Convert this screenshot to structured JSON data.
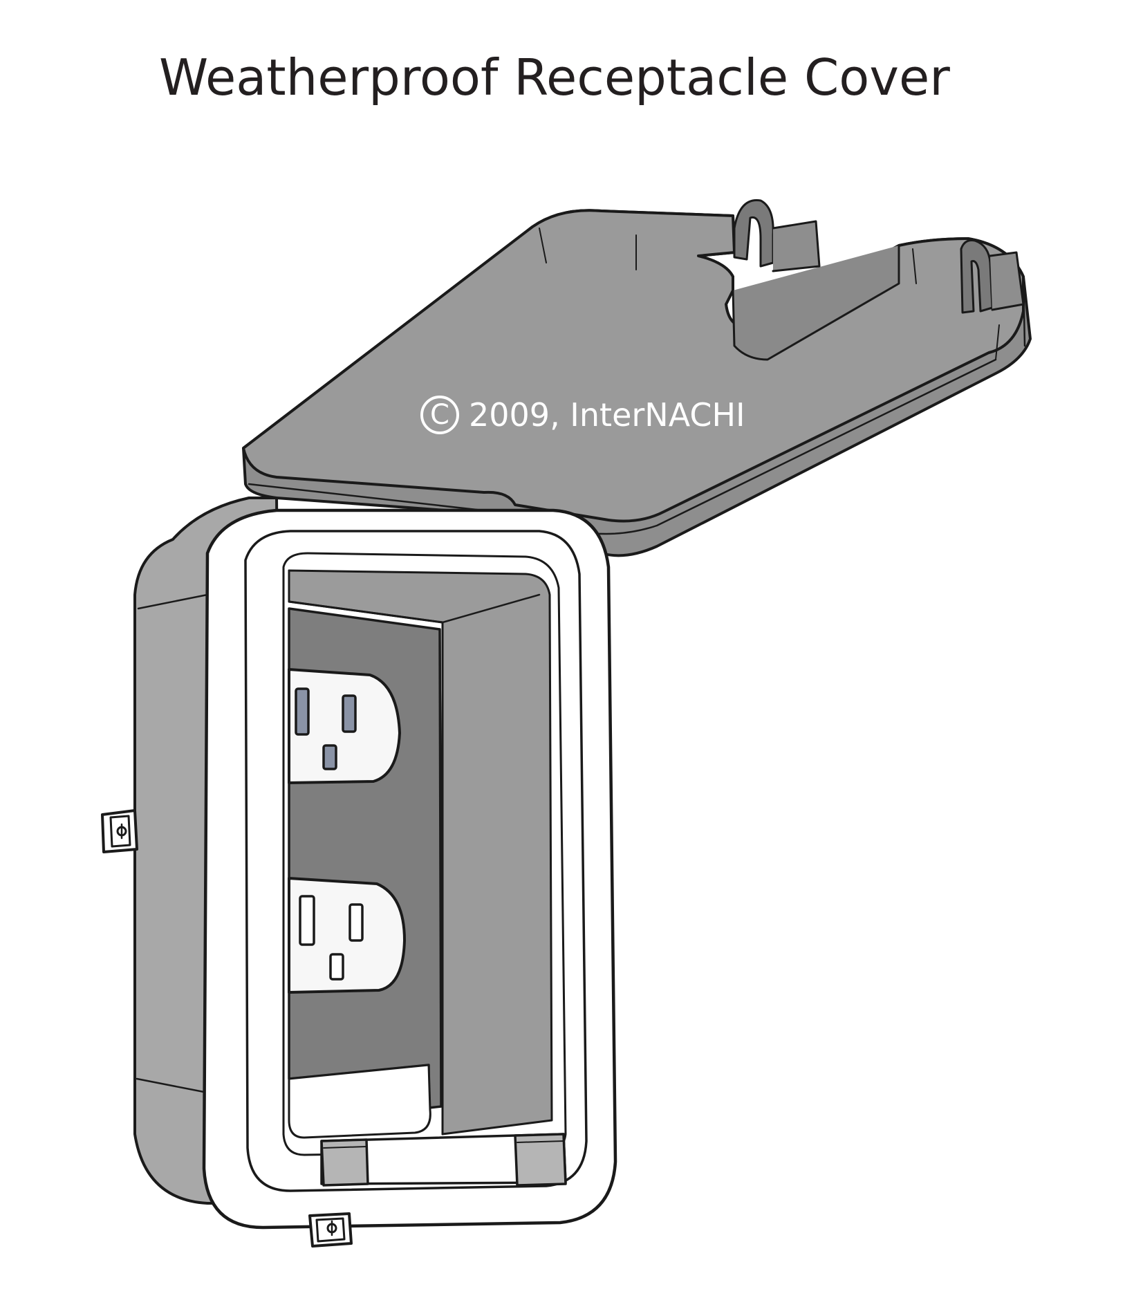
{
  "title": "Weatherproof Receptacle Cover",
  "watermark": {
    "symbol": "C",
    "text": "2009, InterNACHI"
  },
  "colors": {
    "line": "#1a1a1a",
    "lid_fill": "#9a9a9a",
    "box_fill": "#a8a8a8",
    "frame_fill": "#ffffff",
    "plate_fill": "#7e7e7e",
    "outlet_fill": "#f7f7f7",
    "slot_fill": "#8a93a6",
    "title_color": "#231f20",
    "watermark_color": "#ffffff"
  },
  "parts": {
    "lid": "hinged-lid",
    "box": "outlet-box",
    "frame": "gasket-frame",
    "receptacle": "duplex-receptacle",
    "outlets": [
      "upper-outlet",
      "lower-outlet"
    ],
    "mounting_tabs": [
      "left-mounting-tab",
      "bottom-mounting-tab"
    ]
  }
}
